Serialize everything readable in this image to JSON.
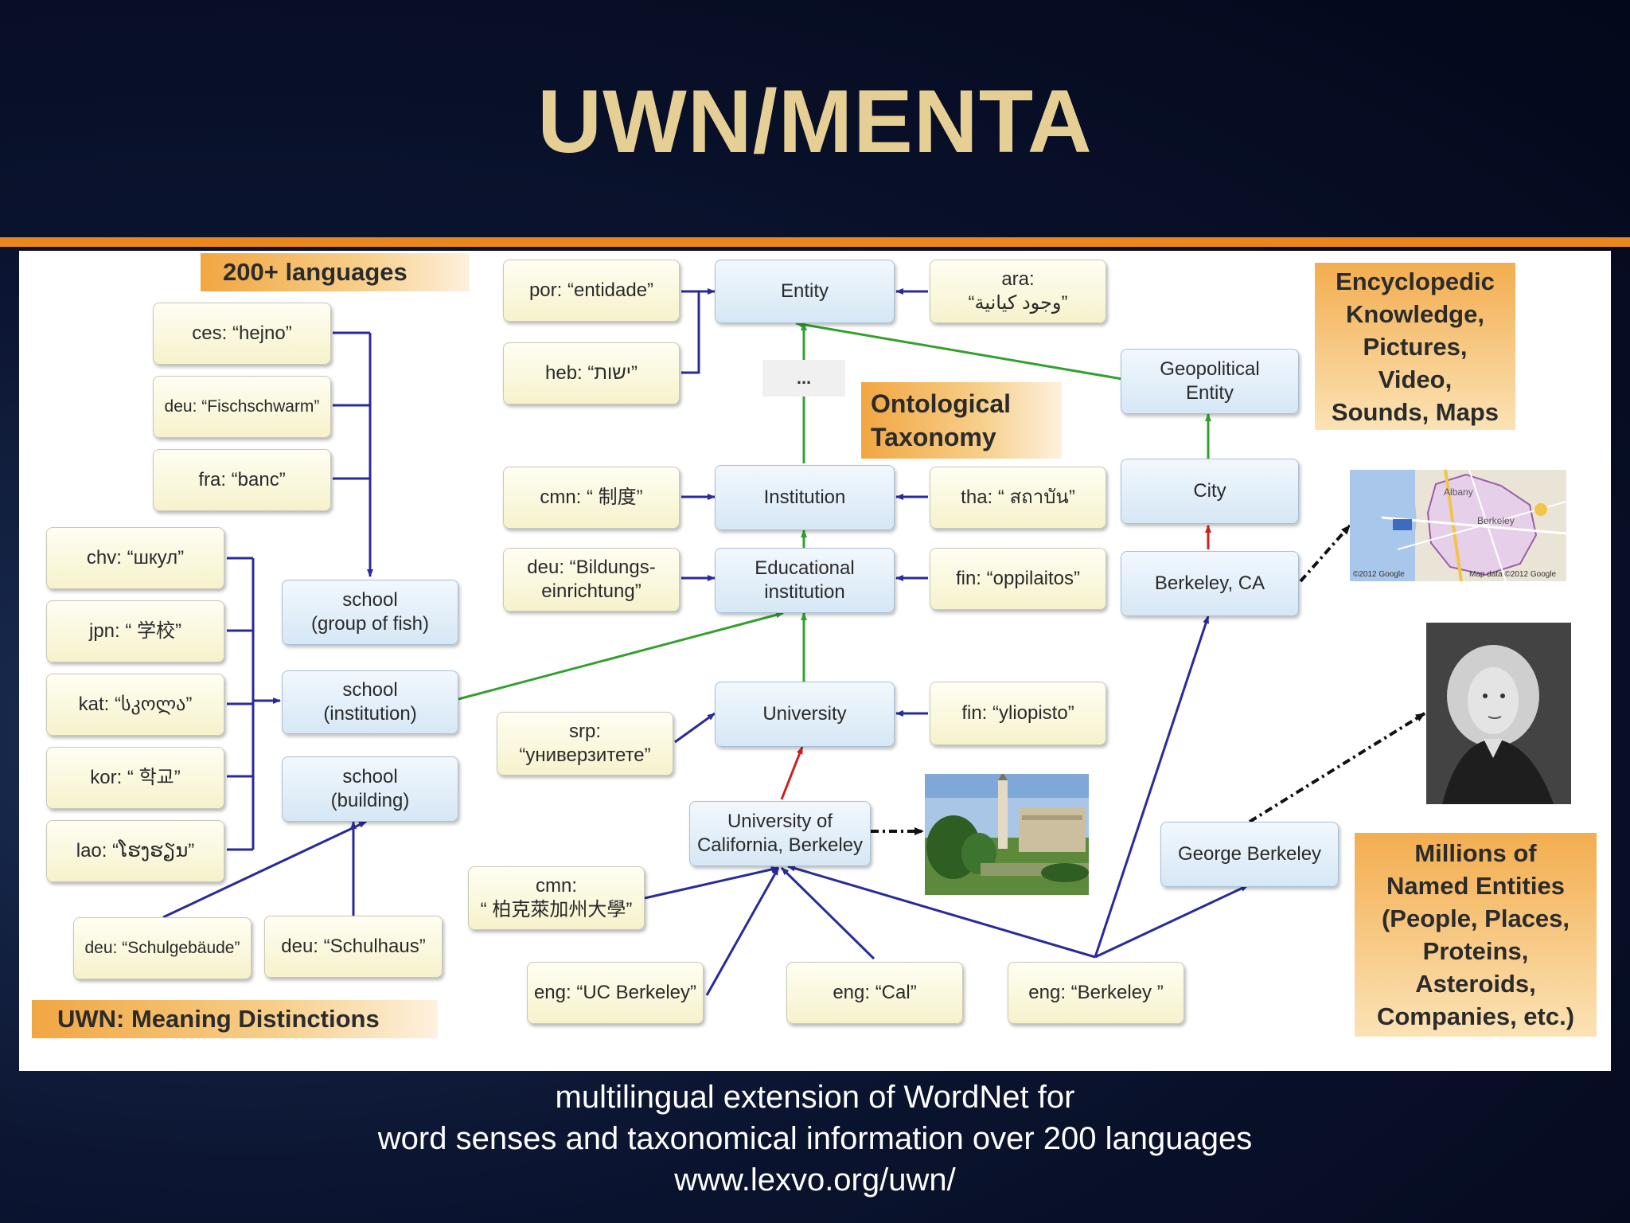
{
  "slide": {
    "title": "UWN/MENTA",
    "caption_line1": "multilingual extension of WordNet for",
    "caption_line2": "word senses and taxonomical information over 200 languages",
    "caption_line3": "www.lexvo.org/uwn/"
  },
  "callouts": {
    "languages": "200+ languages",
    "ontology": "Ontological\nTaxonomy",
    "encyclopedic": "Encyclopedic\nKnowledge,\nPictures,\nVideo,\nSounds, Maps",
    "distinctions": "UWN: Meaning Distinctions",
    "entities": "Millions of\nNamed Entities\n(People, Places,\nProteins,\nAsteroids,\nCompanies, etc.)"
  },
  "concepts": {
    "entity": "Entity",
    "ellipsis": "...",
    "institution": "Institution",
    "educational": "Educational\ninstitution",
    "university": "University",
    "ucb": "University of\nCalifornia, Berkeley",
    "geopolitical": "Geopolitical\nEntity",
    "city": "City",
    "berkeley_ca": "Berkeley, CA",
    "george": "George Berkeley",
    "school_fish": "school\n(group of fish)",
    "school_inst": "school\n(institution)",
    "school_bldg": "school\n(building)"
  },
  "labels": {
    "ces": "ces: “hejno”",
    "deu_fisch": "deu: “Fischschwarm”",
    "fra": "fra: “banc”",
    "chv": "chv: “шкул”",
    "jpn": "jpn: “ 学校”",
    "kat": "kat: “სკოლა”",
    "kor": "kor: “ 학교”",
    "lao": "lao: “ໂຮງຮຽນ”",
    "deu_schulgeb": "deu: “Schulgebäude”",
    "deu_schulhaus": "deu: “Schulhaus”",
    "por": "por: “entidade”",
    "heb": "heb: “ישות”",
    "ara": "ara:\n“وجود كيانية”",
    "cmn_inst": "cmn: “ 制度”",
    "tha": "tha: “ สถาบัน”",
    "deu_bild": "deu: “Bildungs-\neinrichtung”",
    "fin_opp": "fin: “oppilaitos”",
    "srp": "srp:\n“универзитете”",
    "fin_yli": "fin: “yliopisto”",
    "cmn_ucb": "cmn:\n“ 柏克萊加州大學”",
    "eng_uc": "eng: “UC Berkeley”",
    "eng_cal": "eng: “Cal”",
    "eng_berk": "eng: “Berkeley ”"
  },
  "map_labels": {
    "albany": "Albany",
    "berkeley": "Berkeley",
    "google": "©2012 Google",
    "mapdata": "Map data ©2012 Google"
  },
  "colors": {
    "background": "#0b1430",
    "title": "#e6cf94",
    "rule": "#e9861c",
    "lexical_edge": "#2a2a9a",
    "taxonomy_edge": "#33a02c",
    "instance_edge": "#cc1f1f"
  }
}
